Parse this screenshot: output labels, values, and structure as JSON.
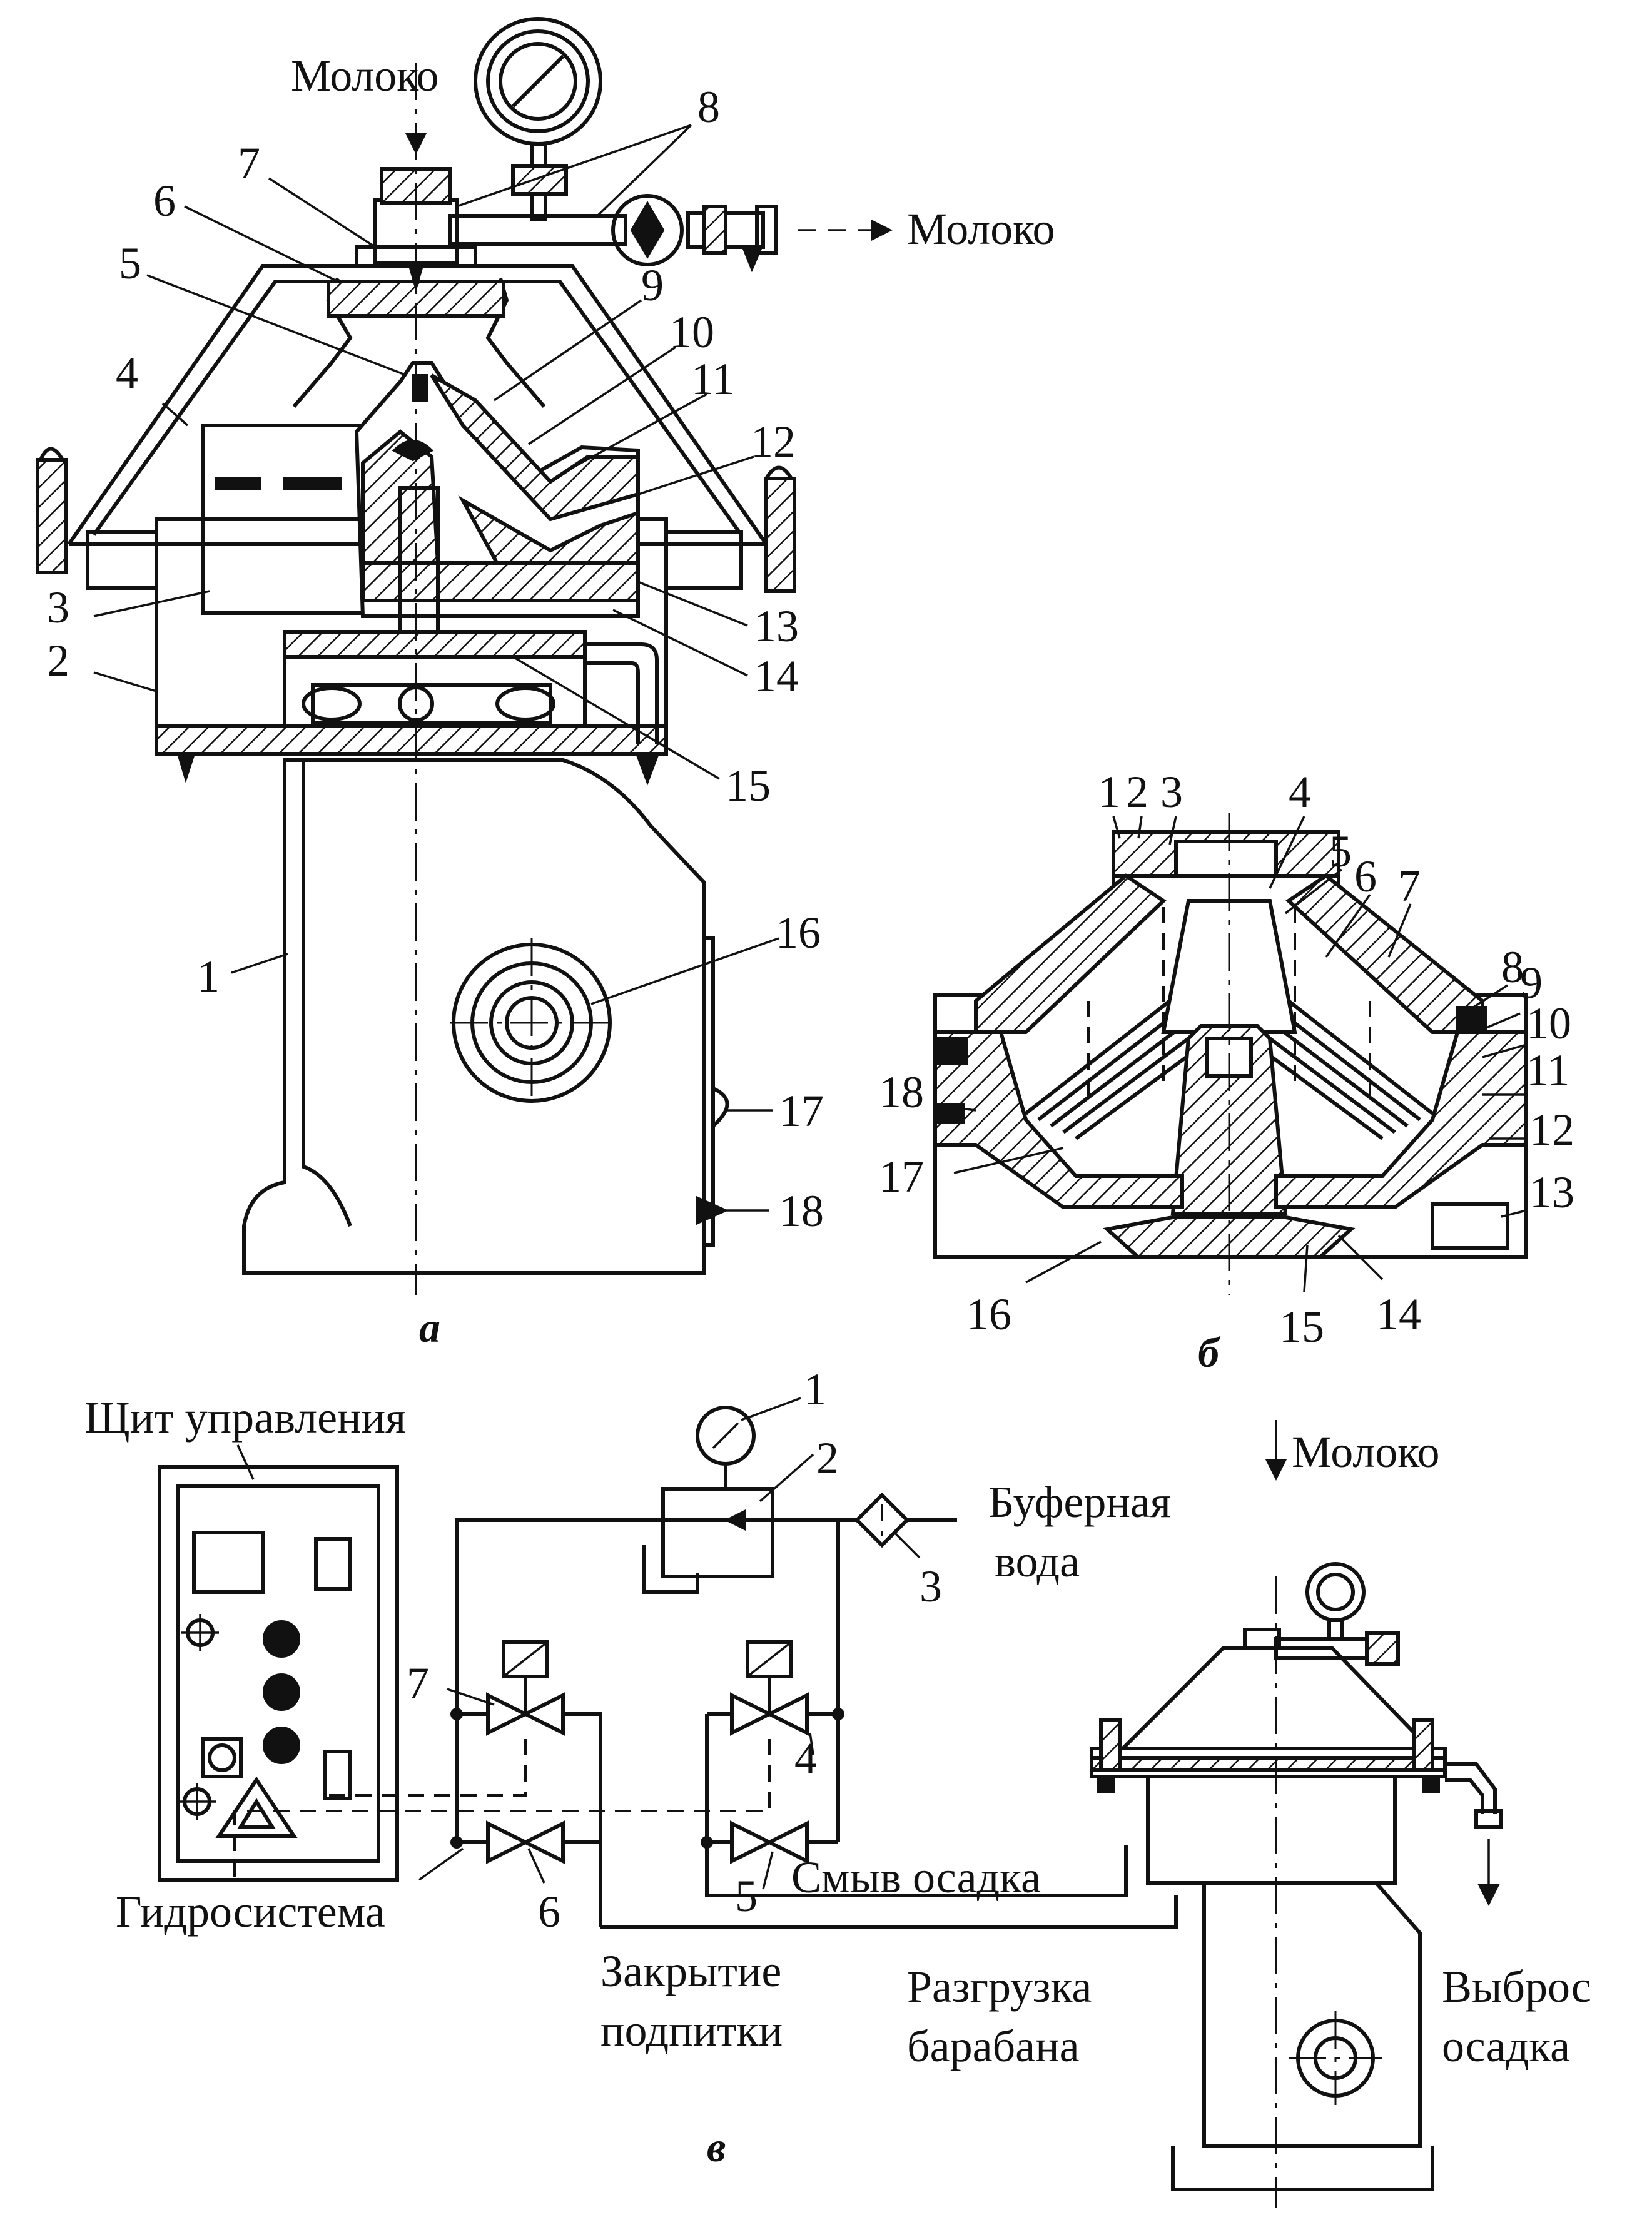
{
  "figure_a": {
    "caption": "а",
    "inlet": "Молоко",
    "outlet": "Молоко",
    "numbers": [
      "1",
      "2",
      "3",
      "4",
      "5",
      "6",
      "7",
      "8",
      "9",
      "10",
      "11",
      "12",
      "13",
      "14",
      "15",
      "16",
      "17",
      "18"
    ]
  },
  "figure_b": {
    "caption": "б",
    "numbers": [
      "1",
      "2",
      "3",
      "4",
      "5",
      "6",
      "7",
      "8",
      "9",
      "10",
      "11",
      "12",
      "13",
      "14",
      "15",
      "16",
      "17",
      "18"
    ]
  },
  "figure_c": {
    "caption": "в",
    "control_panel": "Щит управления",
    "hydraulic_system": "Гидросистема",
    "buffer_water_1": "Буферная",
    "buffer_water_2": "вода",
    "milk": "Молоко",
    "sludge_flush": "Смыв осадка",
    "makeup_close_1": "Закрытие",
    "makeup_close_2": "подпитки",
    "bowl_unload_1": "Разгрузка",
    "bowl_unload_2": "барабана",
    "sludge_eject_1": "Выброс",
    "sludge_eject_2": "осадка",
    "numbers": [
      "1",
      "2",
      "3",
      "4",
      "5",
      "6",
      "7"
    ]
  }
}
